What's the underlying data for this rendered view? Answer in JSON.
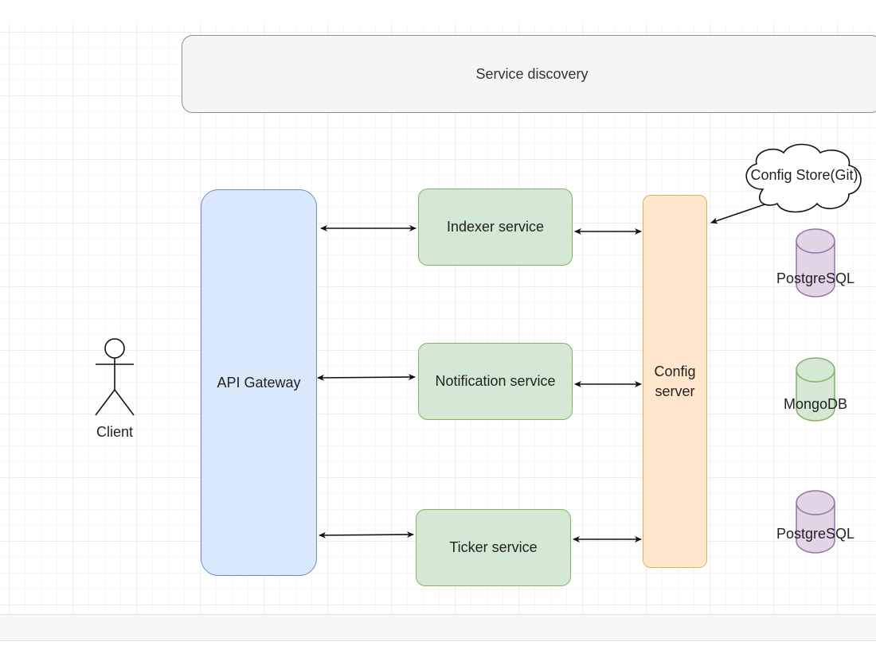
{
  "diagram": {
    "service_discovery": "Service discovery",
    "api_gateway": "API Gateway",
    "services": {
      "indexer": "Indexer service",
      "notification": "Notification service",
      "ticker": "Ticker service"
    },
    "config_server": "Config server",
    "config_store": "Config Store(Git)",
    "client": "Client",
    "databases": {
      "postgres_top": "PostgreSQL",
      "mongo": "MongoDB",
      "postgres_bottom": "PostgreSQL"
    }
  },
  "colors": {
    "gateway_fill": "#dae8fc",
    "gateway_stroke": "#6c8ebf",
    "service_fill": "#d5e8d4",
    "service_stroke": "#82b366",
    "config_fill": "#ffe6cc",
    "config_stroke": "#d6b656",
    "postgres_fill": "#e1d5e7",
    "postgres_stroke": "#9673a6",
    "mongo_fill": "#d5e8d4",
    "mongo_stroke": "#82b366"
  }
}
